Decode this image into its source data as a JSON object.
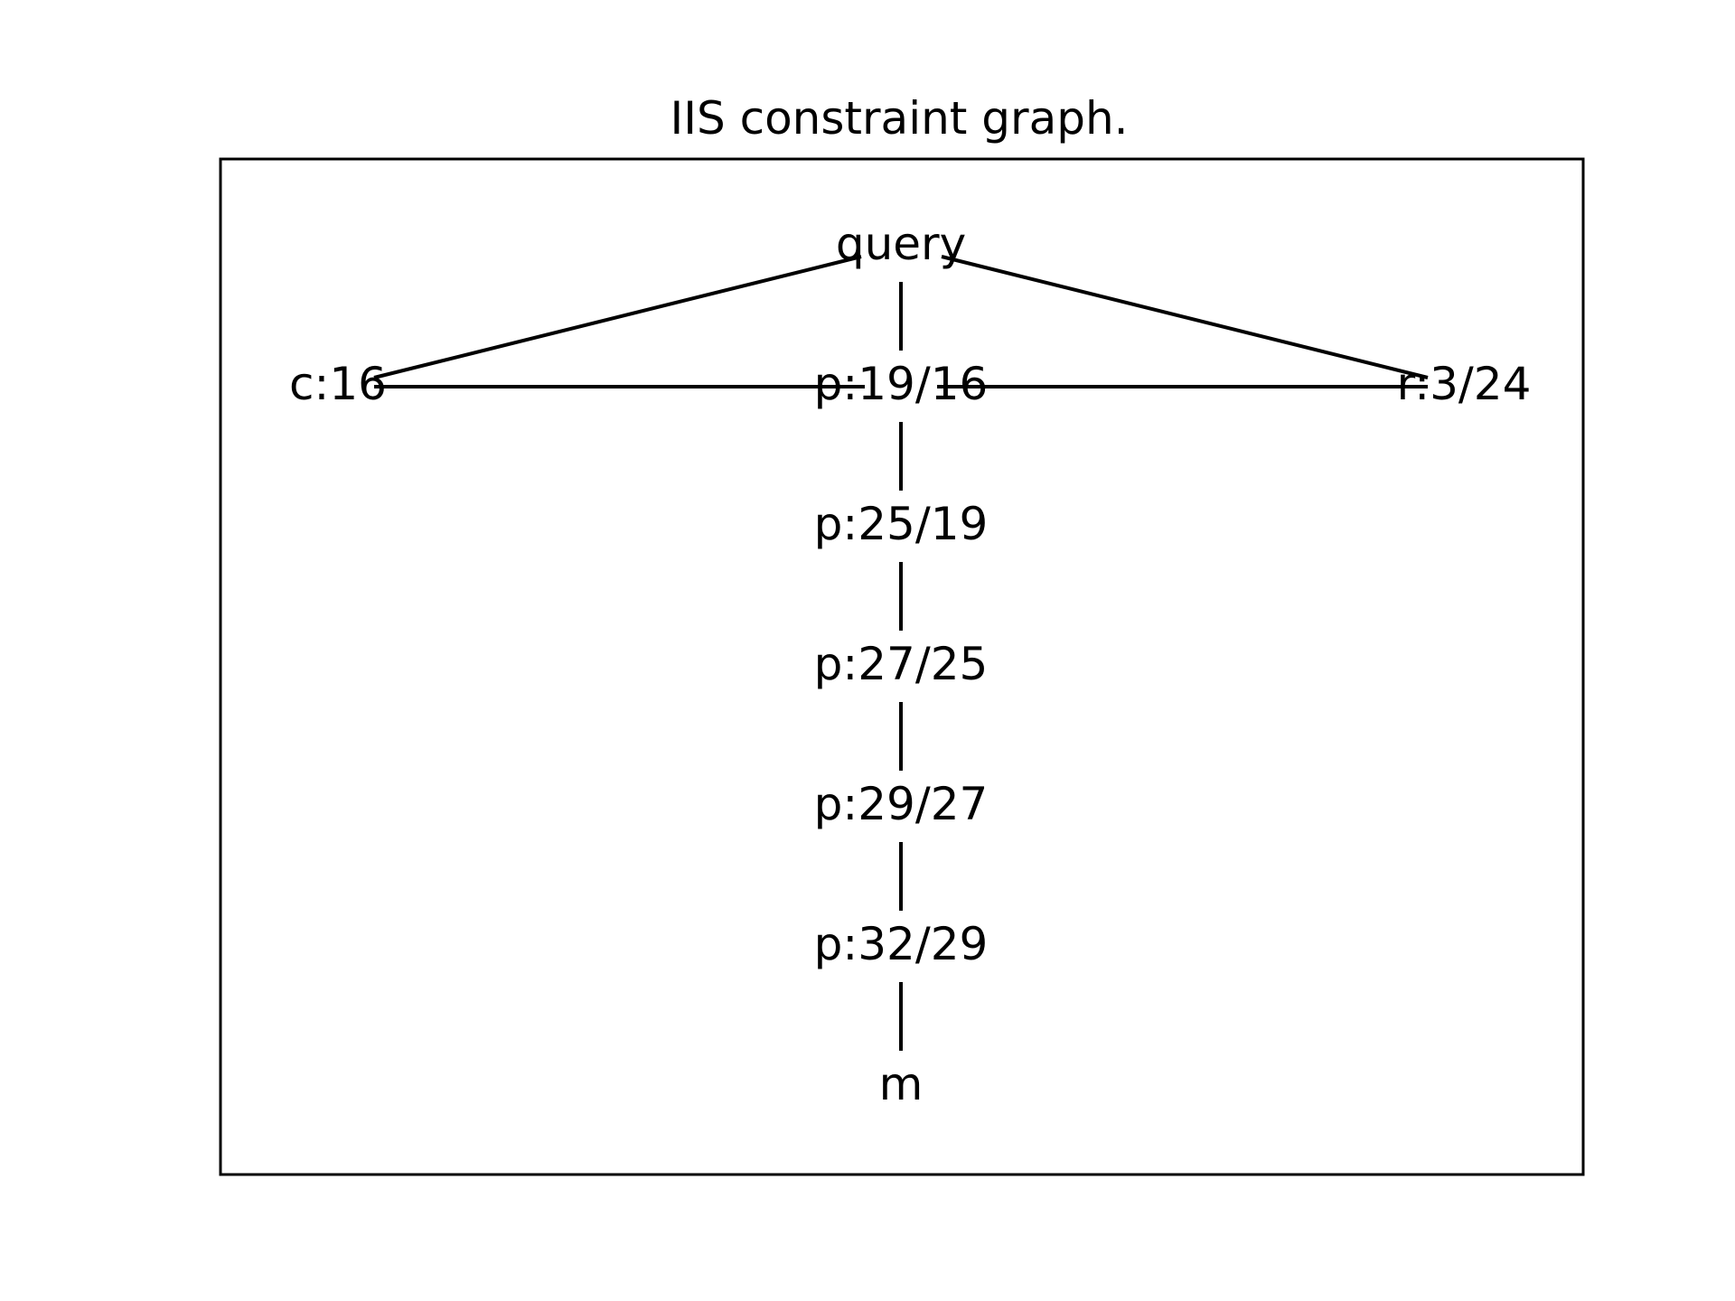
{
  "title": "IIS constraint graph.",
  "nodes": [
    {
      "id": "query",
      "label": "query"
    },
    {
      "id": "c16",
      "label": "c:16"
    },
    {
      "id": "p19_16",
      "label": "p:19/16"
    },
    {
      "id": "r3_24",
      "label": "r:3/24"
    },
    {
      "id": "p25_19",
      "label": "p:25/19"
    },
    {
      "id": "p27_25",
      "label": "p:27/25"
    },
    {
      "id": "p29_27",
      "label": "p:29/27"
    },
    {
      "id": "p32_29",
      "label": "p:32/29"
    },
    {
      "id": "m",
      "label": "m"
    }
  ],
  "edges": [
    {
      "from": "query",
      "to": "c16"
    },
    {
      "from": "query",
      "to": "p19_16"
    },
    {
      "from": "query",
      "to": "r3_24"
    },
    {
      "from": "c16",
      "to": "p19_16"
    },
    {
      "from": "p19_16",
      "to": "r3_24"
    },
    {
      "from": "p19_16",
      "to": "p25_19"
    },
    {
      "from": "p25_19",
      "to": "p27_25"
    },
    {
      "from": "p27_25",
      "to": "p29_27"
    },
    {
      "from": "p29_27",
      "to": "p32_29"
    },
    {
      "from": "p32_29",
      "to": "m"
    }
  ],
  "colors": {
    "line": "#000000",
    "text": "#000000",
    "background": "#ffffff"
  }
}
